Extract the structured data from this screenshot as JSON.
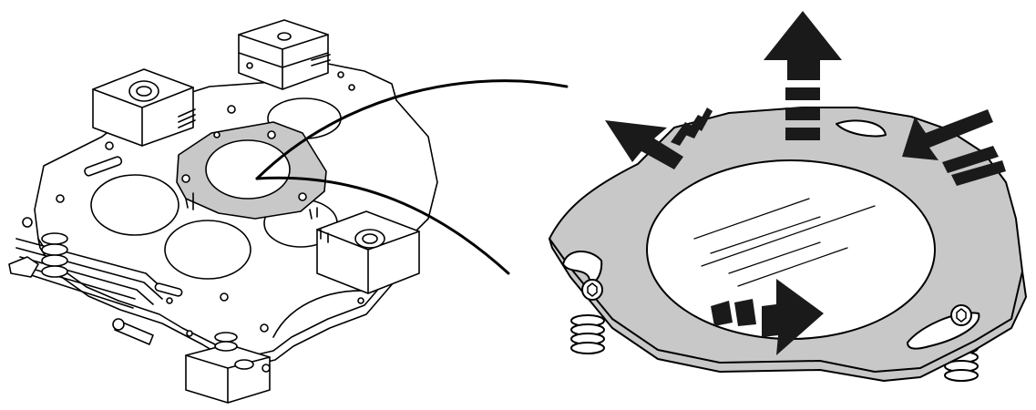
{
  "figure": {
    "kind": "technical-line-illustration",
    "panels": [
      {
        "id": "assembly",
        "icon": "mechanical-plate-assembly-icon"
      },
      {
        "id": "detail",
        "icon": "lens-holder-ring-icon"
      }
    ],
    "callout_icon": "callout-leader-curve-icon",
    "motion_arrows": [
      {
        "icon": "arrow-up-icon",
        "direction": "up"
      },
      {
        "icon": "arrow-curved-left-icon",
        "direction": "left"
      },
      {
        "icon": "arrow-curved-right-icon",
        "direction": "right"
      },
      {
        "icon": "arrow-rotate-right-icon",
        "direction": "right"
      }
    ]
  },
  "colors": {
    "line": "#000000",
    "fill": "#ffffff",
    "highlight_gray": "#c8c8c8",
    "arrow": "#1a1a1a"
  }
}
